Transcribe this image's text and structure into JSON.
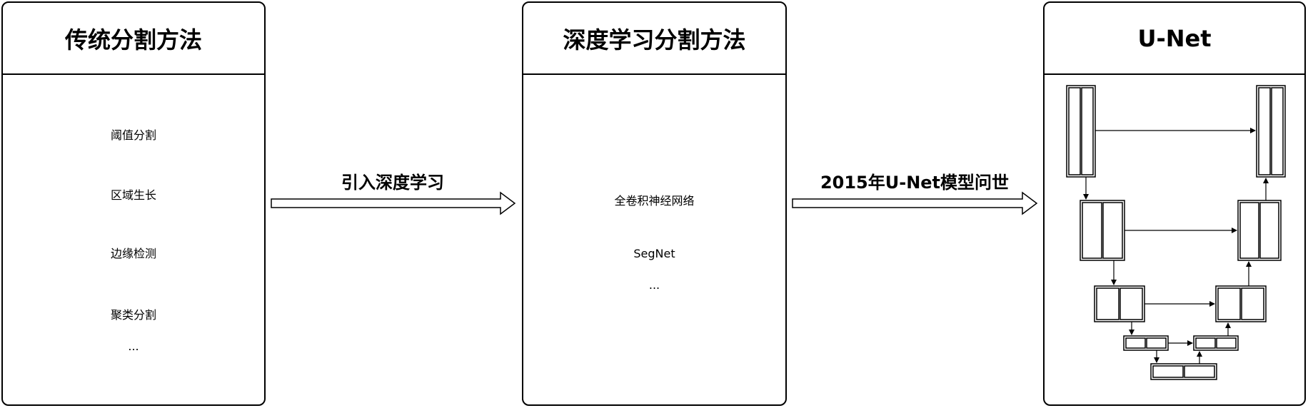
{
  "panels": {
    "traditional": {
      "title": "传统分割方法",
      "items": [
        "阈值分割",
        "区域生长",
        "边缘检测",
        "聚类分割",
        "..."
      ]
    },
    "deep_learning": {
      "title": "深度学习分割方法",
      "items": [
        "全卷积神经网络",
        "SegNet",
        "..."
      ]
    },
    "unet": {
      "title": "U-Net"
    }
  },
  "arrows": {
    "first_label": "引入深度学习",
    "second_label": "2015年U-Net模型问世"
  },
  "colors": {
    "stroke": "#000000",
    "fill": "#ffffff"
  }
}
